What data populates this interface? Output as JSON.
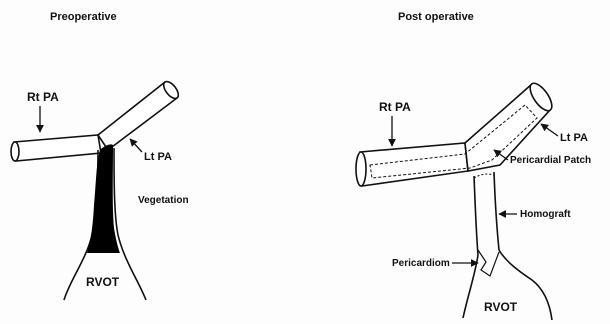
{
  "preoperative": {
    "title": "Preoperative",
    "labels": {
      "rt_pa": "Rt PA",
      "lt_pa": "Lt PA",
      "vegetation": "Vegetation",
      "rvot": "RVOT"
    }
  },
  "postoperative": {
    "title": "Post operative",
    "labels": {
      "rt_pa": "Rt PA",
      "lt_pa": "Lt PA",
      "pericardial_patch": "Pericardial Patch",
      "homograft": "Homograft",
      "pericardiom": "Pericardiom",
      "rvot": "RVOT"
    }
  },
  "colors": {
    "ink": "#111111",
    "fill": "#ffffff",
    "vegetation": "#000000"
  }
}
